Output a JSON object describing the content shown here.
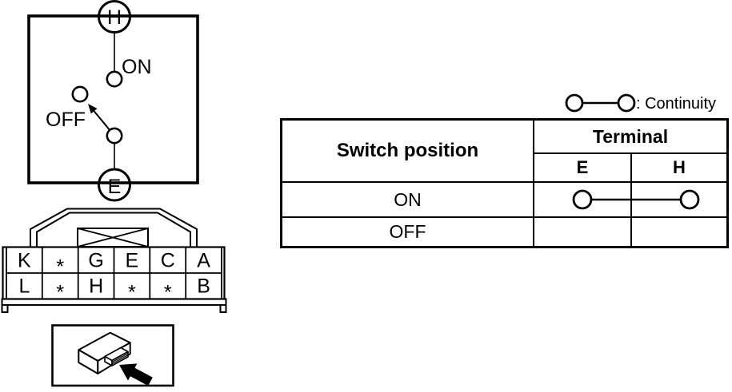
{
  "diagram": {
    "terminals": {
      "top": "H",
      "bottom": "E"
    },
    "positions": {
      "on": "ON",
      "off": "OFF"
    }
  },
  "connector": {
    "top_row": [
      "K",
      "*",
      "G",
      "E",
      "C",
      "A"
    ],
    "bottom_row": [
      "L",
      "*",
      "H",
      "*",
      "*",
      "B"
    ]
  },
  "legend": {
    "label": ": Continuity"
  },
  "table": {
    "col_header": "Switch position",
    "terminal_header": "Terminal",
    "terminal_columns": [
      "E",
      "H"
    ],
    "rows": [
      {
        "position": "ON",
        "continuity": true
      },
      {
        "position": "OFF",
        "continuity": false
      }
    ]
  },
  "colors": {
    "ink": "#000000",
    "paper": "#ffffff"
  }
}
